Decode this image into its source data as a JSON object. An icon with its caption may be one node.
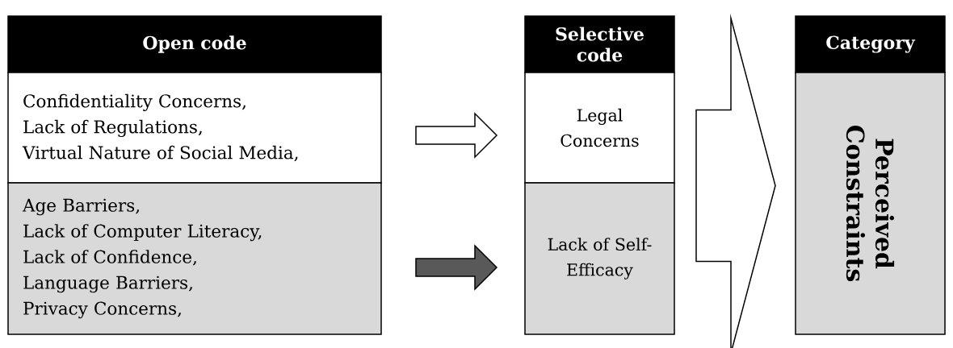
{
  "diagram": {
    "nodes": [
      {
        "text": [
          "Open code"
        ]
      },
      {
        "text": [
          "Confidentiality Concerns,",
          "Lack of Regulations,",
          "Virtual Nature of Social Media,"
        ]
      },
      {
        "text": [
          "Age Barriers,",
          "Lack of Computer Literacy,",
          "Lack of Confidence,",
          "Language Barriers,",
          "Privacy Concerns,"
        ]
      },
      {
        "text": [
          "Selective code"
        ]
      },
      {
        "text": [
          "Legal Concerns"
        ]
      },
      {
        "text": [
          "Lack of Self-Efficacy"
        ]
      },
      {
        "text": [
          "Category"
        ]
      },
      {
        "text": [
          "Perceived Constraints"
        ]
      }
    ],
    "edges": [
      {
        "from": 1,
        "to": 4,
        "arrow": "to"
      },
      {
        "from": 2,
        "to": 5,
        "arrow": "to",
        "color": "#595959"
      },
      {
        "from": 4,
        "to": 7,
        "arrow": "to"
      },
      {
        "from": 5,
        "to": 7,
        "arrow": "to"
      }
    ]
  }
}
